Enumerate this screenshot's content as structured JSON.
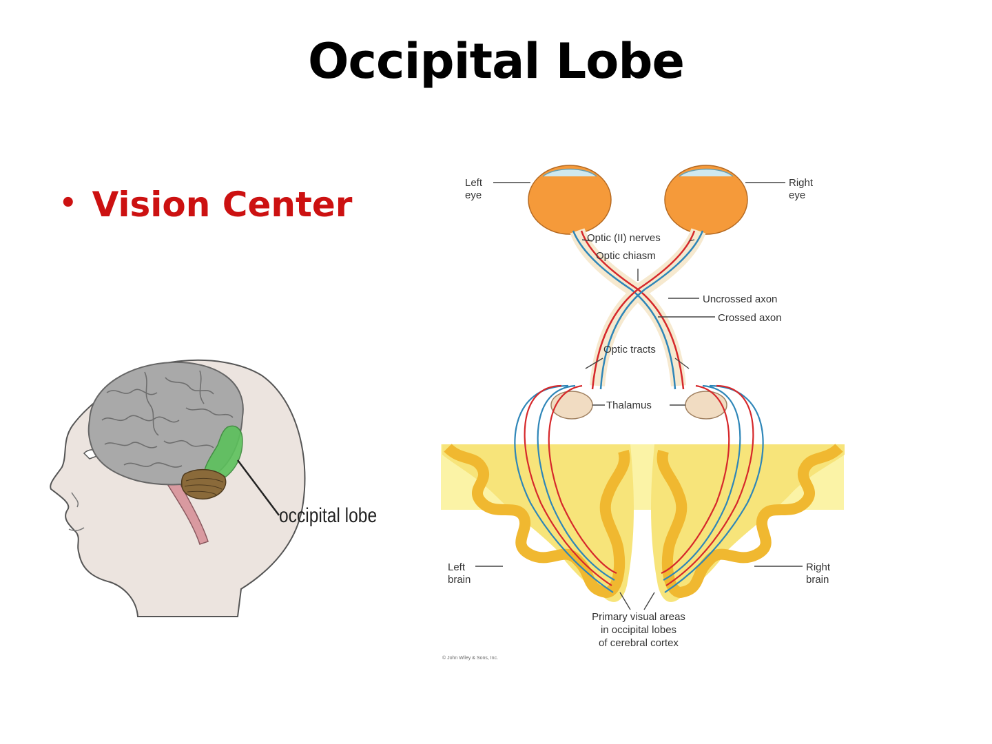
{
  "slide": {
    "title": "Occipital Lobe",
    "bullet": "Vision Center"
  },
  "head_diagram": {
    "label": "occipital lobe",
    "colors": {
      "brain": "#a9a9a9",
      "occipital": "#5cc15c",
      "cerebellum": "#8a6a3a",
      "skin": "#ece4df",
      "stem": "#d99aa0"
    }
  },
  "visual_pathway": {
    "labels": {
      "left_eye_1": "Left",
      "left_eye_2": "eye",
      "right_eye_1": "Right",
      "right_eye_2": "eye",
      "optic_nerves": "Optic (II) nerves",
      "optic_chiasm": "Optic chiasm",
      "uncrossed_axon": "Uncrossed axon",
      "crossed_axon": "Crossed axon",
      "optic_tracts": "Optic tracts",
      "thalamus": "Thalamus",
      "left_brain_1": "Left",
      "left_brain_2": "brain",
      "right_brain_1": "Right",
      "right_brain_2": "brain",
      "primary_1": "Primary visual areas",
      "primary_2": "in occipital lobes",
      "primary_3": "of cerebral cortex",
      "copyright": "© John Wiley & Sons, Inc."
    },
    "colors": {
      "eye": "#f59a3a",
      "nerve": "#f6e9cf",
      "crossed": "#d6282b",
      "uncrossed": "#2e86b8",
      "cortex": "#f7e47a",
      "gyri": "#f2c23a"
    }
  }
}
